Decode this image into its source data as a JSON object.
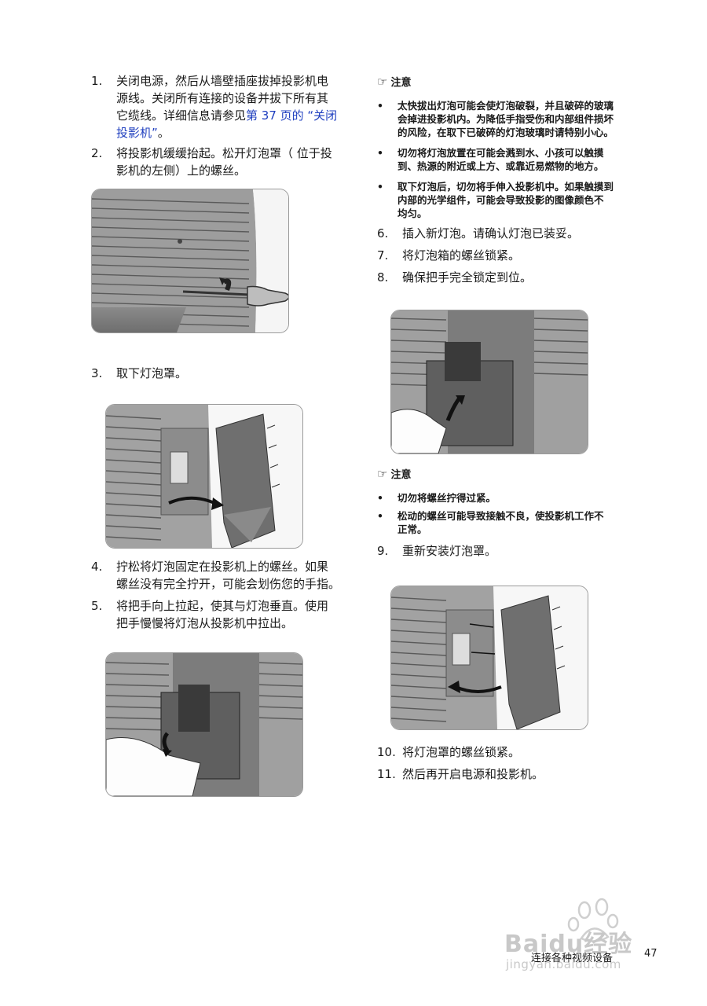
{
  "left_steps": [
    {
      "num": "1.",
      "lines_plain": [
        "关闭电源，然后从墙壁插座拔掉投影机电",
        "源线。关闭所有连接的设备并拔下所有其"
      ],
      "line3_prefix": "它缆线。详细信息请参见",
      "line3_link": "第 37 页的 “关闭",
      "line4_link": "投影机”",
      "line4_suffix": "。"
    },
    {
      "num": "2.",
      "lines": [
        "将投影机缓缓抬起。松开灯泡罩（ 位于投",
        "影机的左侧）上的螺丝。"
      ]
    },
    {
      "num": "3.",
      "lines": [
        "取下灯泡罩。"
      ]
    },
    {
      "num": "4.",
      "lines": [
        "拧松将灯泡固定在投影机上的螺丝。如果",
        "螺丝没有完全拧开，可能会划伤您的手指。"
      ]
    },
    {
      "num": "5.",
      "lines": [
        "将把手向上拉起，使其与灯泡垂直。使用",
        "把手慢慢将灯泡从投影机中拉出。"
      ]
    }
  ],
  "note1": {
    "title": "注意",
    "bullets": [
      [
        "太快拔出灯泡可能会使灯泡破裂，并且破碎的玻璃",
        "会掉进投影机内。为降低手指受伤和内部组件损坏",
        "的风险，在取下已破碎的灯泡玻璃时请特别小心。"
      ],
      [
        "切勿将灯泡放置在可能会溅到水、小孩可以触摸",
        "到、热源的附近或上方、或靠近易燃物的地方。"
      ],
      [
        "取下灯泡后，切勿将手伸入投影机中。如果触摸到",
        "内部的光学组件，可能会导致投影的图像颜色不",
        "均匀。"
      ]
    ]
  },
  "right_steps_a": [
    {
      "num": "6.",
      "text": "插入新灯泡。请确认灯泡已装妥。"
    },
    {
      "num": "7.",
      "text": "将灯泡箱的螺丝锁紧。"
    },
    {
      "num": "8.",
      "text": "确保把手完全锁定到位。"
    }
  ],
  "note2": {
    "title": "注意",
    "bullets": [
      [
        "切勿将螺丝拧得过紧。"
      ],
      [
        "松动的螺丝可能导致接触不良，使投影机工作不",
        "正常。"
      ]
    ]
  },
  "right_steps_b": [
    {
      "num": "9.",
      "text": "重新安装灯泡罩。"
    },
    {
      "num": "10.",
      "text": "将灯泡罩的螺丝锁紧。"
    },
    {
      "num": "11.",
      "text": "然后再开启电源和投影机。"
    }
  ],
  "footer": {
    "section": "连接各种视频设备",
    "page": "47"
  },
  "watermark": {
    "brand": "Baidu经验",
    "url": "jingyan.baidu.com"
  },
  "bullet_char": "•",
  "hand_icon": "☞"
}
